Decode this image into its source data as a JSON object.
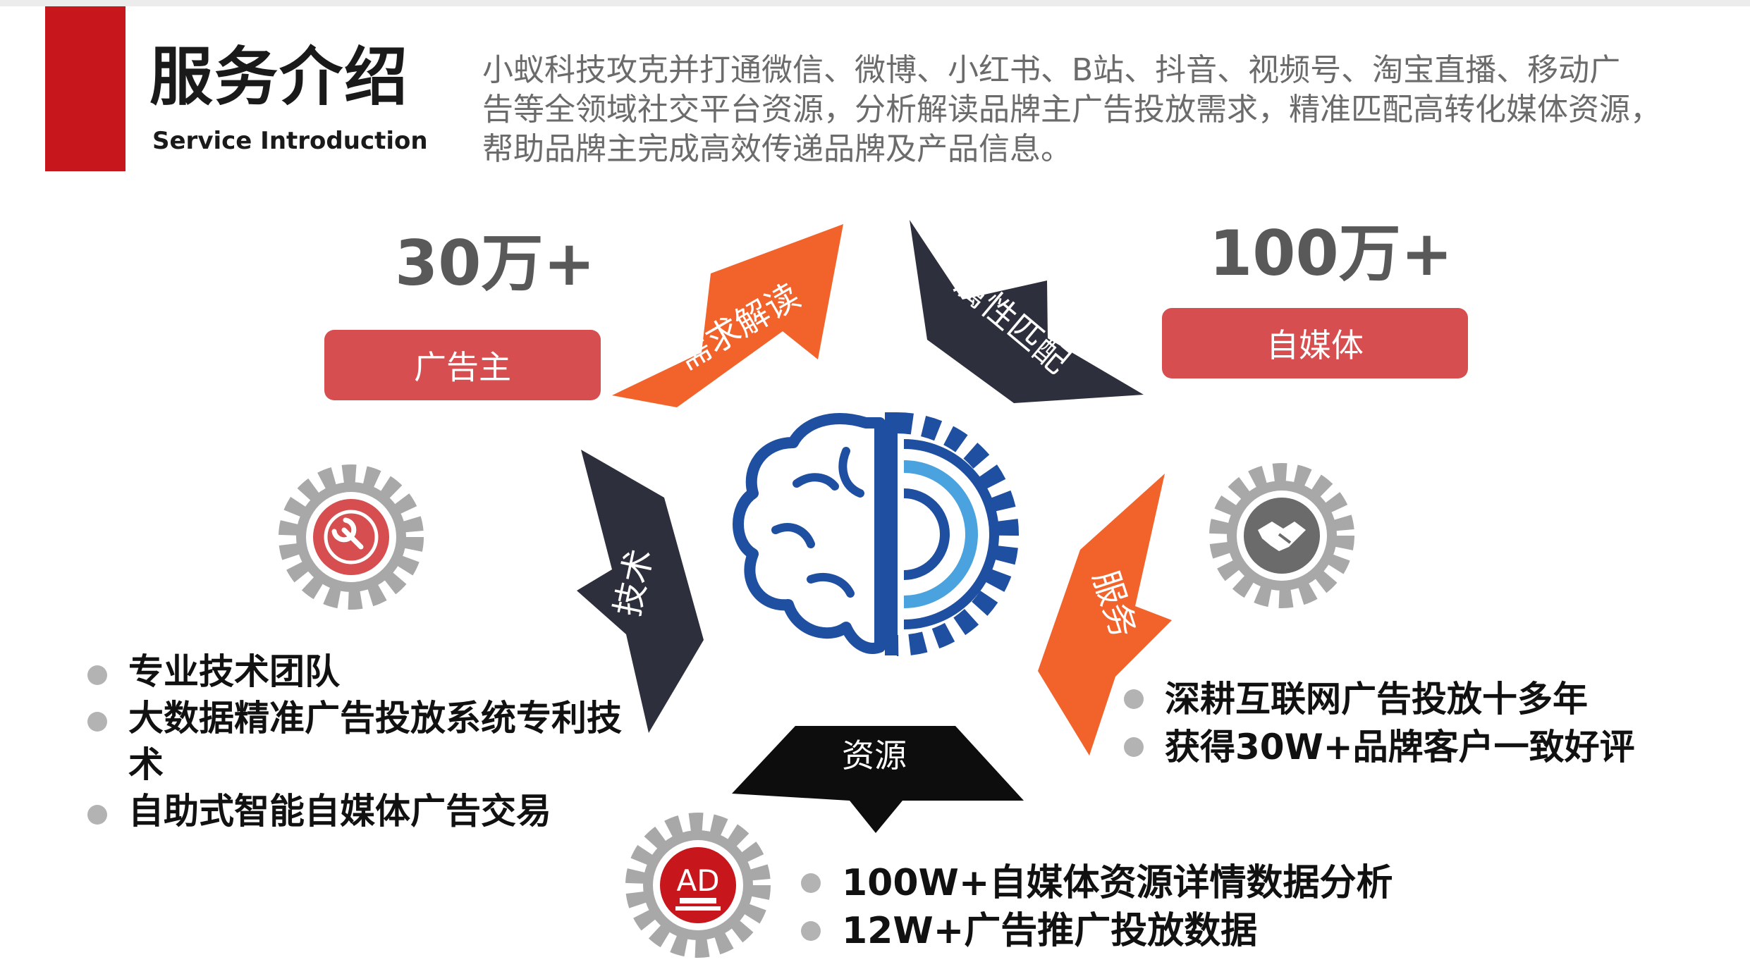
{
  "header": {
    "title_cn": "服务介绍",
    "title_en": "Service Introduction",
    "intro_lines": [
      "小蚁科技攻克并打通微信、微博、小红书、B站、抖音、视频号、淘宝直播、移动广",
      "告等全领域社交平台资源，分析解读品牌主广告投放需求，精准匹配高转化媒体资源，",
      "帮助品牌主完成高效传递品牌及产品信息。"
    ]
  },
  "stats": {
    "advertiser_count": "30万+",
    "advertiser_label": "广告主",
    "media_count": "100万+",
    "media_label": "自媒体"
  },
  "arrows": {
    "demand": "需求解读",
    "match": "属性匹配",
    "tech": "技术",
    "service": "服务",
    "resource": "资源"
  },
  "badges": {
    "ad_text": "AD"
  },
  "lists": {
    "tech_points": [
      "专业技术团队",
      "大数据精准广告投放系统专利技术",
      "自助式智能自媒体广告交易"
    ],
    "service_points": [
      "深耕互联网广告投放十多年",
      "获得30W+品牌客户一致好评"
    ],
    "resource_points": [
      "100W+自媒体资源详情数据分析",
      "12W+广告推广投放数据"
    ]
  },
  "colors": {
    "brand_red": "#c8161d",
    "badge_red": "#d64e4f",
    "orange": "#f2622b",
    "dark": "#2d2f3c",
    "brain_blue": "#1f4fa0",
    "light_blue": "#4aa3df",
    "gear_gray": "#a8a8a8"
  }
}
